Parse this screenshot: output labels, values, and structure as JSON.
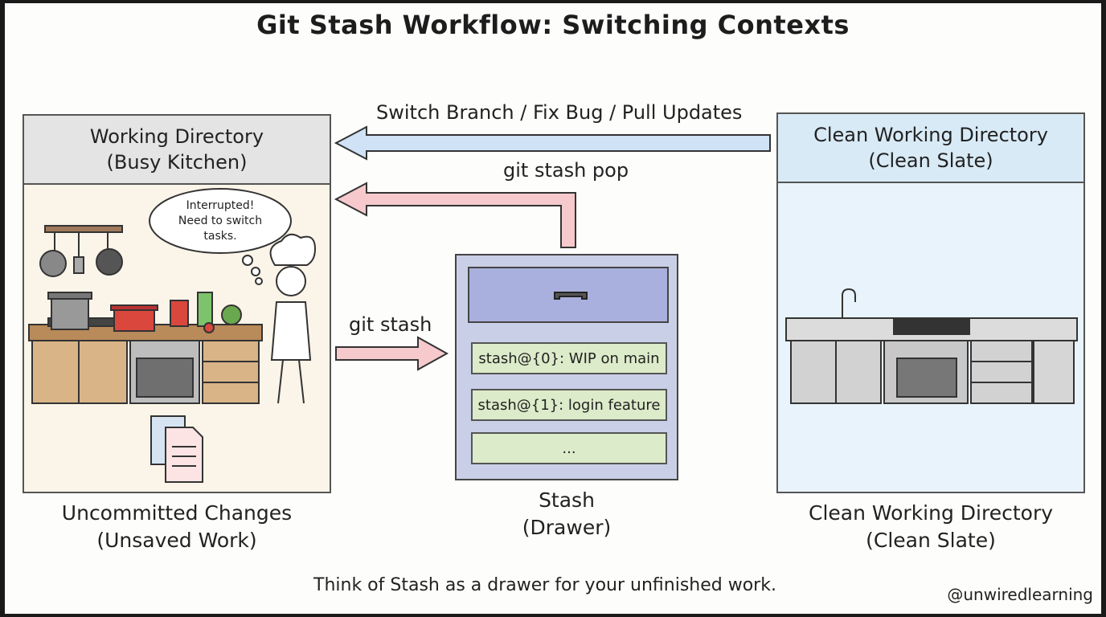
{
  "title": "Git Stash Workflow: Switching Contexts",
  "left_panel": {
    "header_line1": "Working Directory",
    "header_line2": "(Busy Kitchen)",
    "thought_line1": "Interrupted!",
    "thought_line2": "Need to switch",
    "thought_line3": "tasks.",
    "caption_line1": "Uncommitted Changes",
    "caption_line2": "(Unsaved Work)"
  },
  "right_panel": {
    "header_line1": "Clean Working Directory",
    "header_line2": "(Clean Slate)",
    "caption_line1": "Clean Working Directory",
    "caption_line2": "(Clean Slate)"
  },
  "stash": {
    "entries": [
      "stash@{0}: WIP on main",
      "stash@{1}: login feature",
      "..."
    ],
    "caption_line1": "Stash",
    "caption_line2": "(Drawer)"
  },
  "arrows": {
    "switch_label": "Switch Branch / Fix Bug / Pull Updates",
    "pop_label": "git stash pop",
    "stash_label": "git stash"
  },
  "footer": {
    "note": "Think of Stash as a drawer for your unfinished work.",
    "handle": "@unwiredlearning"
  },
  "colors": {
    "header_gray": "#e4e4e4",
    "kitchen_bg": "#fbf4e8",
    "clean_header": "#d8eaf6",
    "clean_body": "#e8f3fb",
    "arrow_blue": "#cfe2f6",
    "arrow_pink": "#f6c9cd",
    "drawer_blue": "#a9b0dd",
    "slot_green": "#dcebc9"
  }
}
